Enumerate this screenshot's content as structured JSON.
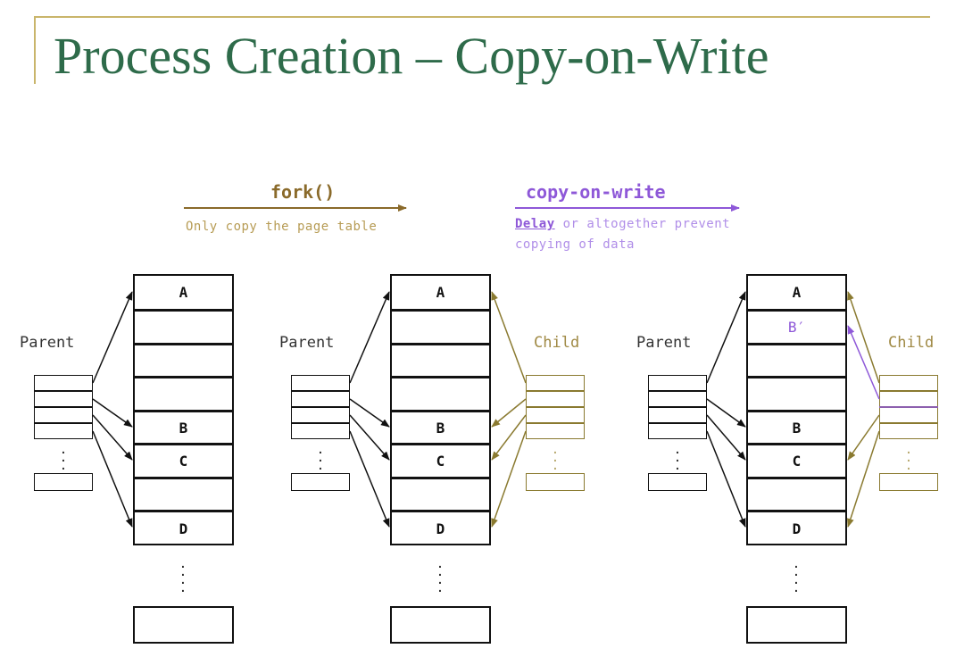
{
  "title": "Process Creation – Copy-on-Write",
  "fork": {
    "title": "fork()",
    "subtitle": "Only copy the page table",
    "color": "#8a6a2a"
  },
  "cow": {
    "title": "copy-on-write",
    "subtitle_line1_em": "Delay",
    "subtitle_line1_rest": " or altogether prevent",
    "subtitle_line2": "copying of data",
    "color": "#8e58d8"
  },
  "labels": {
    "parent": "Parent",
    "child": "Child"
  },
  "pages": {
    "a": "A",
    "b": "B",
    "b_prime": "B′",
    "c": "C",
    "d": "D",
    "continuation": "⋮"
  },
  "colors": {
    "title": "#2e6b4a",
    "rule": "#c9b56b",
    "child": "#8a7a30",
    "cow_arrow": "#8e58d8",
    "black": "#111111"
  }
}
